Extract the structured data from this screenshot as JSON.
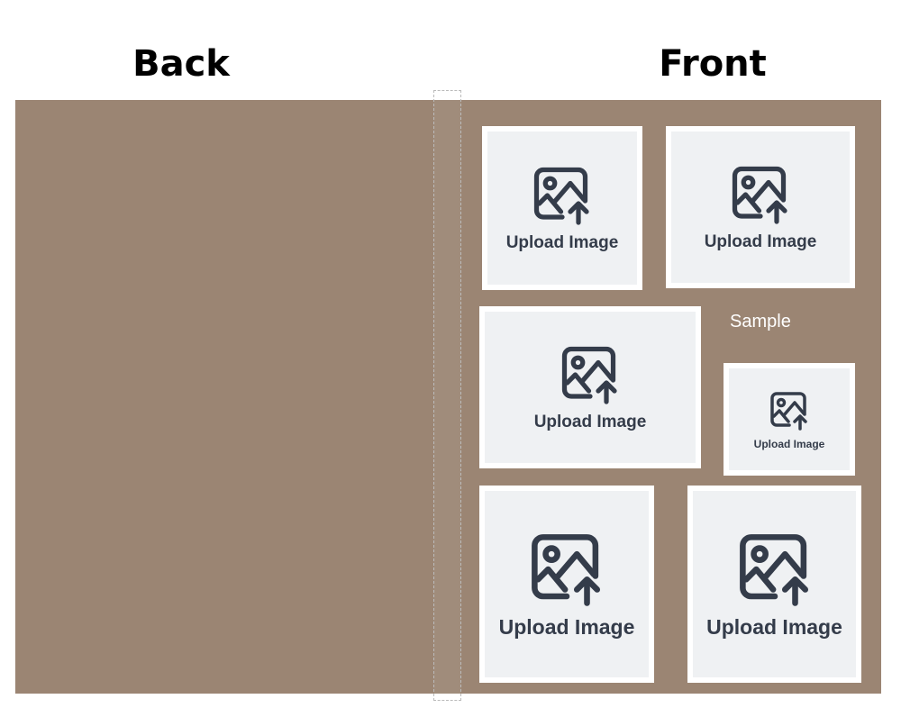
{
  "headings": {
    "back": "Back",
    "front": "Front"
  },
  "cover_color": "#9b8573",
  "sample_label": "Sample",
  "slots": [
    {
      "label": "Upload Image",
      "icon": "image-upload-icon"
    },
    {
      "label": "Upload Image",
      "icon": "image-upload-icon"
    },
    {
      "label": "Upload Image",
      "icon": "image-upload-icon"
    },
    {
      "label": "Upload Image",
      "icon": "image-upload-icon"
    },
    {
      "label": "Upload Image",
      "icon": "image-upload-icon"
    },
    {
      "label": "Upload Image",
      "icon": "image-upload-icon"
    }
  ]
}
